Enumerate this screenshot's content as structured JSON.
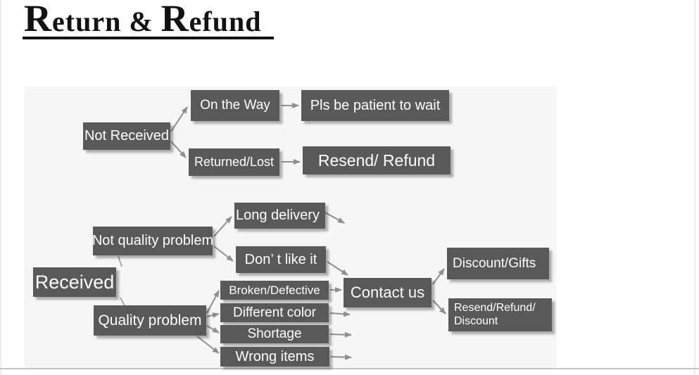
{
  "title": {
    "r1": "R",
    "rest1": "eturn",
    "amp": " & ",
    "r2": "R",
    "rest2": "efund"
  },
  "colors": {
    "box": "#595959",
    "box_text": "#ffffff",
    "arrow": "#8f8f8f",
    "chart_bg": "#f6f6f6",
    "page_bg": "#ffffff",
    "title": "#121212"
  },
  "diagram": {
    "nodes": {
      "not_received": "Not Received",
      "on_the_way": "On the Way",
      "pls_wait": "Pls be patient to wait",
      "returned_lost": "Returned/Lost",
      "resend_refund": "Resend/ Refund",
      "received": "Received",
      "not_quality_problem": "Not quality problem",
      "quality_problem": "Quality problem",
      "long_delivery": "Long delivery",
      "dont_like_it": "Don’ t like it",
      "broken_defective": "Broken/Defective",
      "different_color": "Different color",
      "shortage": "Shortage",
      "wrong_items": "Wrong items",
      "contact_us": "Contact us",
      "discount_gifts": "Discount/Gifts",
      "resend_refund_discount": "Resend/Refund/\nDiscount"
    },
    "edges": [
      {
        "from": "Not Received",
        "to": "On the Way"
      },
      {
        "from": "Not Received",
        "to": "Returned/Lost"
      },
      {
        "from": "On the Way",
        "to": "Pls be patient to wait"
      },
      {
        "from": "Returned/Lost",
        "to": "Resend/ Refund"
      },
      {
        "from": "Received",
        "to": "Not quality problem"
      },
      {
        "from": "Received",
        "to": "Quality problem"
      },
      {
        "from": "Not quality problem",
        "to": "Long delivery"
      },
      {
        "from": "Not quality problem",
        "to": "Don’ t like it"
      },
      {
        "from": "Quality problem",
        "to": "Broken/Defective"
      },
      {
        "from": "Quality problem",
        "to": "Different color"
      },
      {
        "from": "Quality problem",
        "to": "Shortage"
      },
      {
        "from": "Quality problem",
        "to": "Wrong items"
      },
      {
        "from": "Long delivery",
        "to": "Contact us"
      },
      {
        "from": "Don’ t like it",
        "to": "Contact us"
      },
      {
        "from": "Broken/Defective",
        "to": "Contact us"
      },
      {
        "from": "Different color",
        "to": "Contact us"
      },
      {
        "from": "Shortage",
        "to": "Contact us"
      },
      {
        "from": "Wrong items",
        "to": "Contact us"
      },
      {
        "from": "Contact us",
        "to": "Discount/Gifts"
      },
      {
        "from": "Contact us",
        "to": "Resend/Refund/Discount"
      }
    ]
  }
}
